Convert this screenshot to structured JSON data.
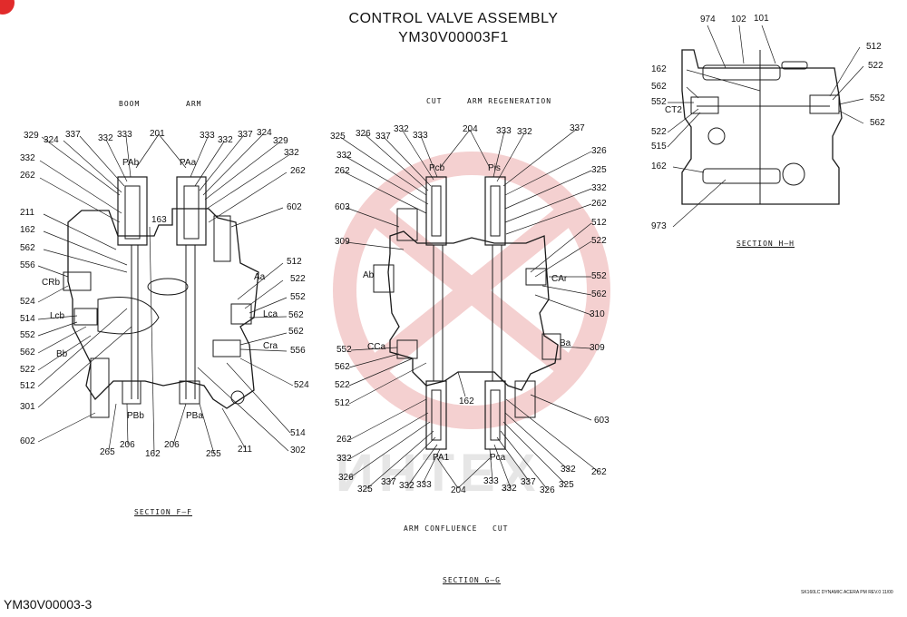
{
  "title_line1": "CONTROL VALVE ASSEMBLY",
  "title_line2": "YM30V00003F1",
  "doc_code": "YM30V00003-3",
  "footer_note": "SK160LC DYNAMIC ACERA PM REV.0 11/00",
  "watermark": "ИНТЕХ",
  "colors": {
    "line": "#1a1a1a",
    "watermark": "#f3c3c3",
    "badge": "#e12b2b"
  },
  "section_ff": {
    "label": "SECTION F—F",
    "header_left": "BOOM",
    "header_right": "ARM",
    "parts": {
      "p329": "329",
      "p324": "324",
      "p337": "337",
      "p332": "332",
      "p333": "333",
      "p201": "201",
      "p333b": "333",
      "p332b": "332",
      "p337b": "337",
      "p324b": "324",
      "p329b": "329",
      "p332c": "332",
      "p332d": "332",
      "p262": "262",
      "p262b": "262",
      "p211": "211",
      "p163": "163",
      "p602": "602",
      "p162": "162",
      "p562": "562",
      "p512": "512",
      "p556": "556",
      "p522": "522",
      "p524": "524",
      "p552": "552",
      "p514": "514",
      "p562b": "562",
      "p552b": "552",
      "p562c": "562",
      "p562d": "562",
      "p522b": "522",
      "p556b": "556",
      "p512b": "512",
      "p524b": "524",
      "p301": "301",
      "p514b": "514",
      "p602b": "602",
      "p302": "302",
      "p265": "265",
      "p206": "206",
      "p162b": "162",
      "p206b": "206",
      "p255": "255",
      "p211b": "211"
    },
    "ports": {
      "PAb": "PAb",
      "PAa": "PAa",
      "Aa": "Aa",
      "CRb": "CRb",
      "Lcb": "Lcb",
      "Lca": "Lca",
      "Cra": "Cra",
      "Bb": "Bb",
      "PBb": "PBb",
      "PBa": "PBa"
    }
  },
  "section_gg": {
    "label": "SECTION G—G",
    "header_left": "CUT",
    "header_right": "ARM REGENERATION",
    "footer_left": "ARM CONFLUENCE",
    "footer_right": "CUT",
    "parts": {
      "p325": "325",
      "p326": "326",
      "p337": "337",
      "p332": "332",
      "p333": "333",
      "p204": "204",
      "p333b": "333",
      "p332b": "332",
      "p337b": "337",
      "p332c": "332",
      "p326b": "326",
      "p262": "262",
      "p325b": "325",
      "p603": "603",
      "p332d": "332",
      "p309": "309",
      "p262b": "262",
      "p512": "512",
      "p522": "522",
      "p552": "552",
      "p562": "562",
      "p310": "310",
      "p309b": "309",
      "p552b": "552",
      "p562b": "562",
      "p522b": "522",
      "p512b": "512",
      "p162": "162",
      "p603b": "603",
      "p262c": "262",
      "p332e": "332",
      "p326c": "326",
      "p325c": "325",
      "p337c": "337",
      "p332f": "332",
      "p333c": "333",
      "p204b": "204",
      "p333d": "333",
      "p332g": "332",
      "p337d": "337",
      "p326d": "326",
      "p325d": "325",
      "p332h": "332",
      "p262d": "262"
    },
    "ports": {
      "Pcb": "Pcb",
      "Pis": "Pis",
      "Ab": "Ab",
      "CAr": "CAr",
      "CCa": "CCa",
      "Ba": "Ba",
      "PA1": "PA1",
      "Pca": "Pca"
    }
  },
  "section_hh": {
    "label": "SECTION H—H",
    "parts": {
      "p974": "974",
      "p102": "102",
      "p101": "101",
      "p512": "512",
      "p162": "162",
      "p522": "522",
      "p562": "562",
      "p552": "552",
      "p552b": "552",
      "p562b": "562",
      "p522b": "522",
      "p515": "515",
      "p162b": "162",
      "p973": "973"
    },
    "ports": {
      "CT2": "CT2"
    }
  }
}
